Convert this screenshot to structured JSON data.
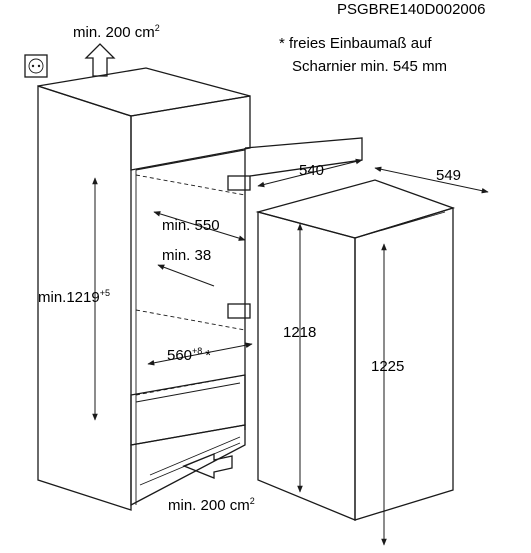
{
  "code": "PSGBRE140D002006",
  "note": {
    "line1": "* freies Einbaumaß auf",
    "line2": "Scharnier min. 545 mm"
  },
  "labels": {
    "vent_top": "min. 200 cm",
    "vent_top_sup": "2",
    "vent_bottom": "min. 200 cm",
    "vent_bottom_sup": "2",
    "depth_540": "540",
    "depth_549": "549",
    "min550": "min. 550",
    "min38": "min. 38",
    "min1219": "min.1219",
    "min1219_sup": "+5",
    "width560": "560",
    "width560_sup": "+8",
    "width560_star": "*",
    "h1218": "1218",
    "h1225": "1225"
  }
}
